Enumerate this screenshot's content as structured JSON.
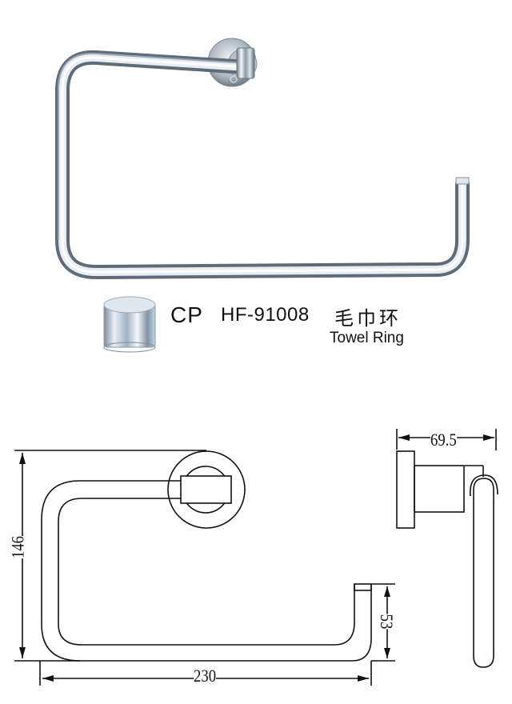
{
  "product": {
    "finish_code": "CP",
    "model": "HF-91008",
    "name_cn": "毛巾环",
    "name_en": "Towel Ring",
    "finish_color": "#c9d4dc",
    "accent_color": "#111111"
  },
  "images": {
    "product_photo": "chrome-towel-ring-photo",
    "finish_swatch": "chrome-finish-swatch-icon"
  },
  "drawing": {
    "front_view": {
      "width_label": "230",
      "height_label": "146",
      "hook_height_label": "53"
    },
    "side_view": {
      "depth_label": "69.5"
    },
    "units": "mm"
  }
}
